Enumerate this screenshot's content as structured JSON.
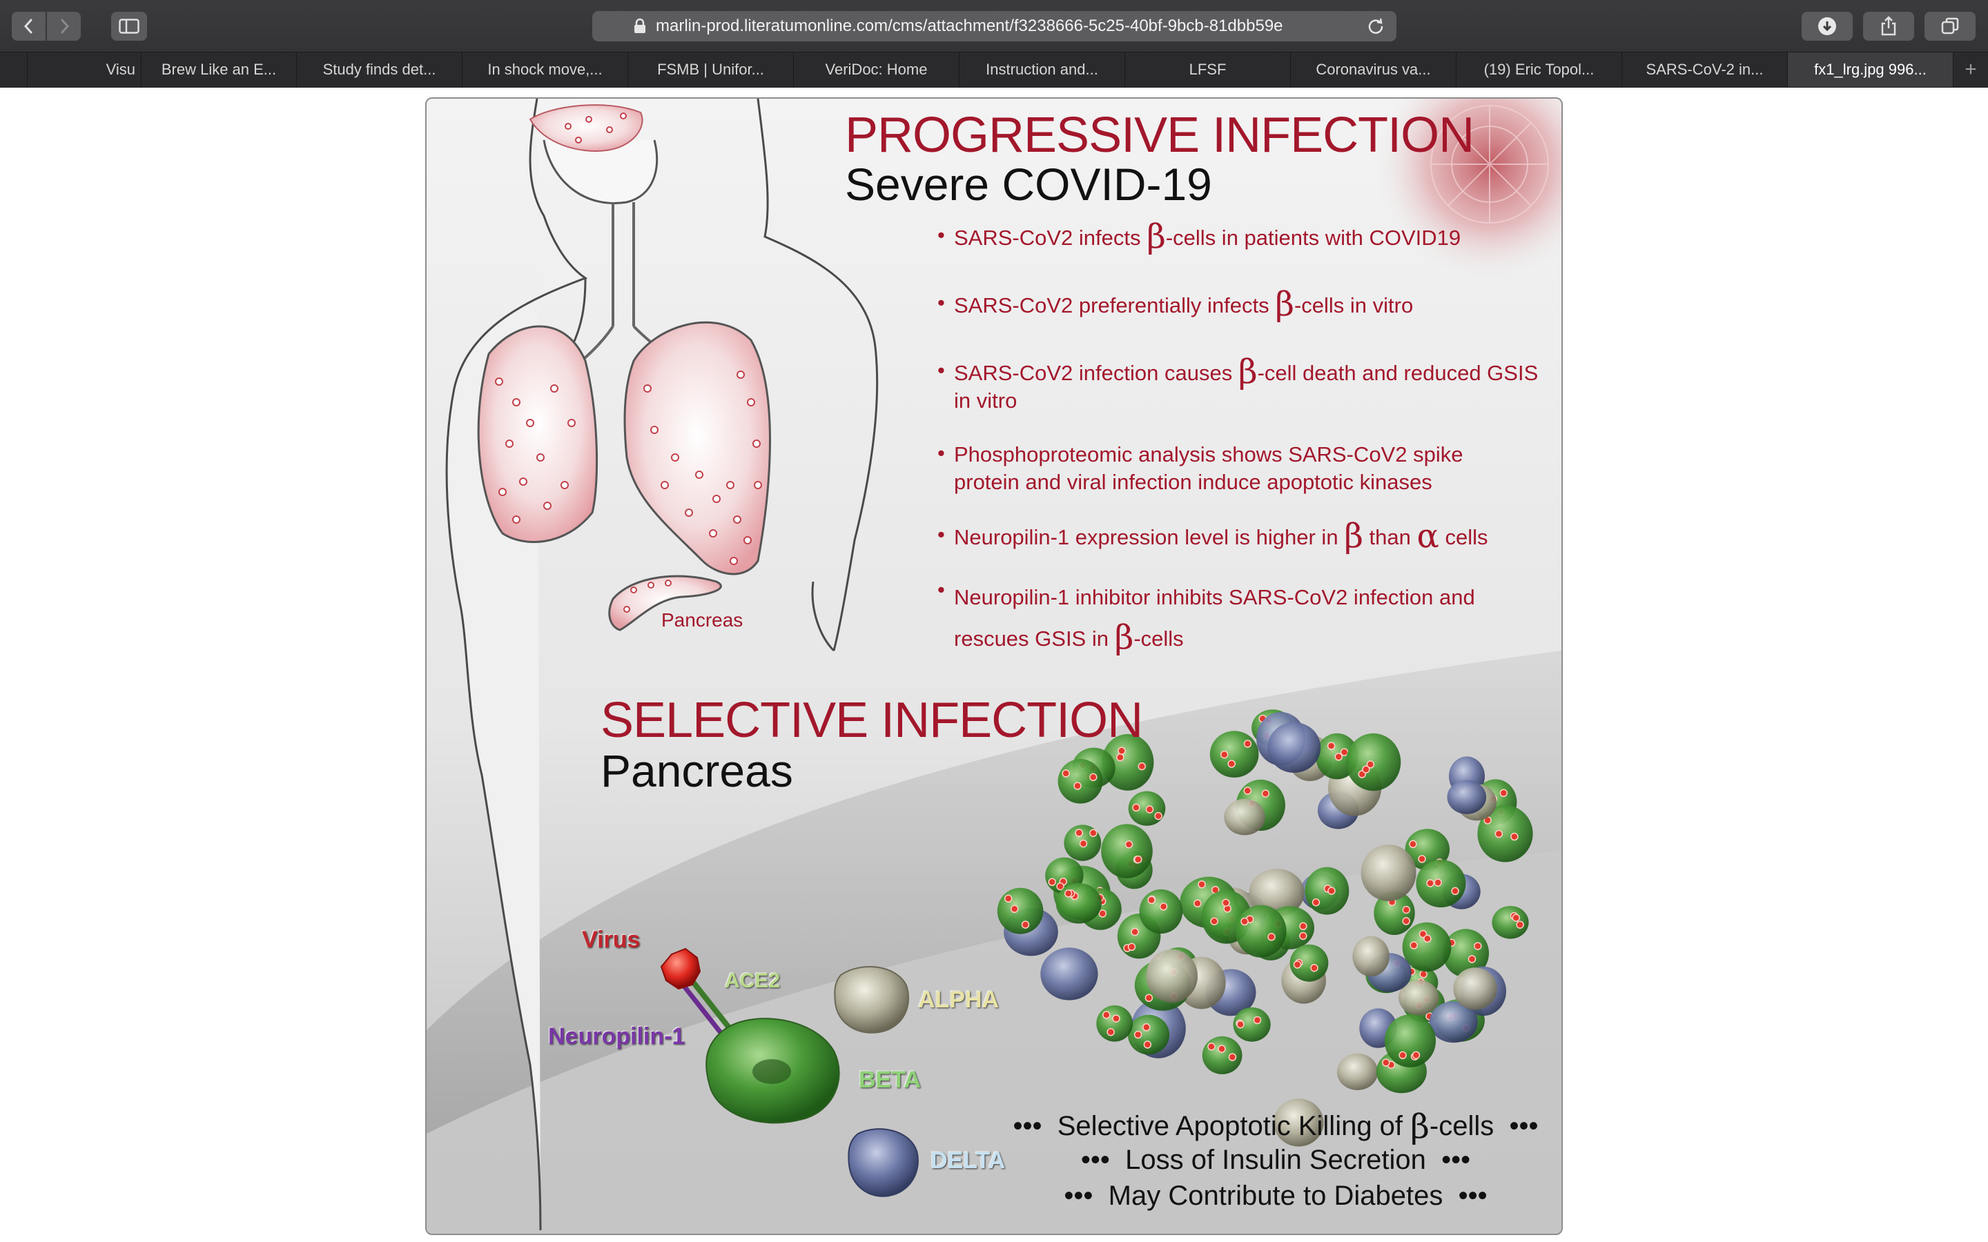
{
  "browser": {
    "url": "marlin-prod.literatumonline.com/cms/attachment/f3238666-5c25-40bf-9bcb-81dbb59e",
    "tabs": [
      {
        "label": ""
      },
      {
        "label": "Visu"
      },
      {
        "label": "Brew Like an E..."
      },
      {
        "label": "Study finds det..."
      },
      {
        "label": "In shock move,..."
      },
      {
        "label": "FSMB | Unifor..."
      },
      {
        "label": "VeriDoc: Home"
      },
      {
        "label": "Instruction and..."
      },
      {
        "label": "LFSF"
      },
      {
        "label": "Coronavirus va..."
      },
      {
        "label": "(19) Eric Topol..."
      },
      {
        "label": "SARS-CoV-2 in..."
      },
      {
        "label": "fx1_lrg.jpg 996..."
      }
    ],
    "new_tab_symbol": "+",
    "icons": [
      "back-icon",
      "forward-icon",
      "sidebar-icon",
      "lock-icon",
      "reload-icon",
      "download-icon",
      "share-icon",
      "tabs-overview-icon"
    ]
  },
  "figure": {
    "progressive_title": "PROGRESSIVE INFECTION",
    "progressive_subtitle": "Severe COVID-19",
    "bullet_symbol": "•",
    "bullets": [
      {
        "pre": "SARS-CoV2 infects ",
        "greek": "β",
        "post": "-cells in patients  with COVID19"
      },
      {
        "pre": "SARS-CoV2 preferentially infects ",
        "greek": "β",
        "post": "-cells in vitro"
      },
      {
        "pre": "SARS-CoV2 infection causes ",
        "greek": "β",
        "post": "-cell death and reduced GSIS\nin vitro"
      },
      {
        "pre": "Phosphoproteomic analysis shows SARS-CoV2 spike\nprotein and viral infection induce apoptotic kinases",
        "greek": "",
        "post": ""
      },
      {
        "pre": "Neuropilin-1 expression level is higher in ",
        "greek": "β",
        "post": " than ",
        "greek2": "α",
        "post2": " cells"
      },
      {
        "pre": "Neuropilin-1 inhibitor inhibits SARS-CoV2 infection and\nrescues GSIS in ",
        "greek": "β",
        "post": "-cells"
      }
    ],
    "pancreas_label": "Pancreas",
    "selective_title": "SELECTIVE INFECTION",
    "selective_subtitle": "Pancreas",
    "cell_labels": {
      "virus": "Virus",
      "ace2": "ACE2",
      "neuropilin": "Neuropilin-1",
      "alpha": "ALPHA",
      "beta": "BETA",
      "delta": "DELTA"
    },
    "summary": {
      "dots": "•••",
      "line1_pre": "Selective Apoptotic Killing of ",
      "line1_greek": "β",
      "line1_post": "-cells",
      "line2": "Loss of Insulin Secretion",
      "line3": "May Contribute to Diabetes"
    },
    "colors": {
      "title_red": "#a3172b",
      "infection_pink": "#e9a6ab",
      "beta_green": "#3f8f32",
      "alpha_gray": "#b9b7a6",
      "delta_blue": "#6c77a3"
    }
  }
}
